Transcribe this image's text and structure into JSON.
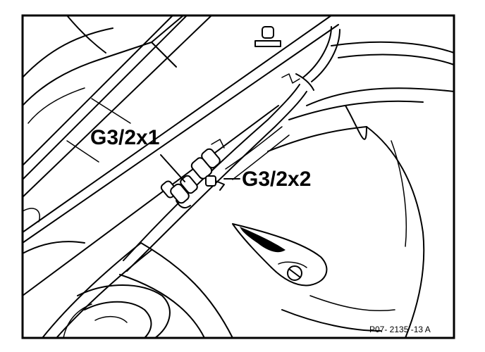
{
  "labels": {
    "connector_1": "G3/2x1",
    "connector_2": "G3/2x2"
  },
  "reference_code": "P07- 2135 -13 A"
}
